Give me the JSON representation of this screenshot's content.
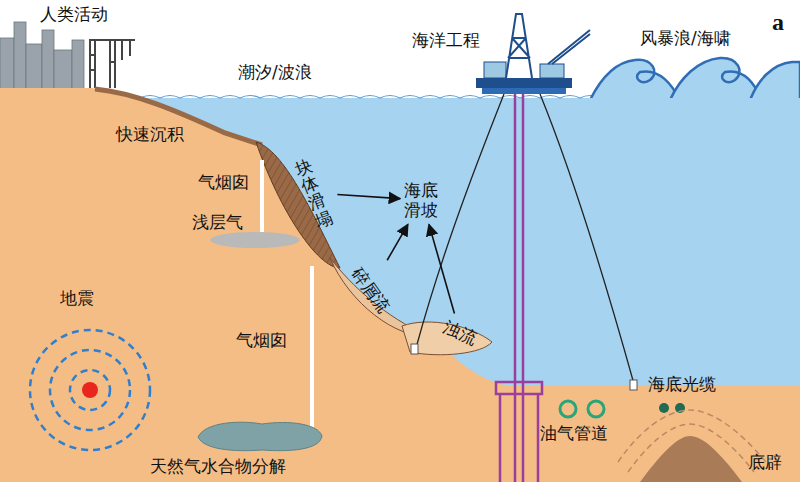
{
  "diagram": {
    "nodes": [
      {
        "text": [
          "海底滑坡"
        ]
      },
      {
        "text": [
          "块体滑塌"
        ]
      },
      {
        "text": [
          "碎屑流"
        ]
      },
      {
        "text": [
          "浊流"
        ]
      }
    ],
    "edges": [
      {
        "from": 1,
        "to": 0,
        "arrow": "to"
      },
      {
        "from": 2,
        "to": 0,
        "arrow": "to"
      },
      {
        "from": 3,
        "to": 0,
        "arrow": "to"
      }
    ],
    "labels": [
      "a",
      "人类活动",
      "潮汐/波浪",
      "海洋工程",
      "风暴浪/海啸",
      "快速沉积",
      "气烟囱",
      "浅层气",
      "地震",
      "气烟囱",
      "天然气水合物分解",
      "油气管道",
      "海底光缆",
      "底辟"
    ]
  }
}
